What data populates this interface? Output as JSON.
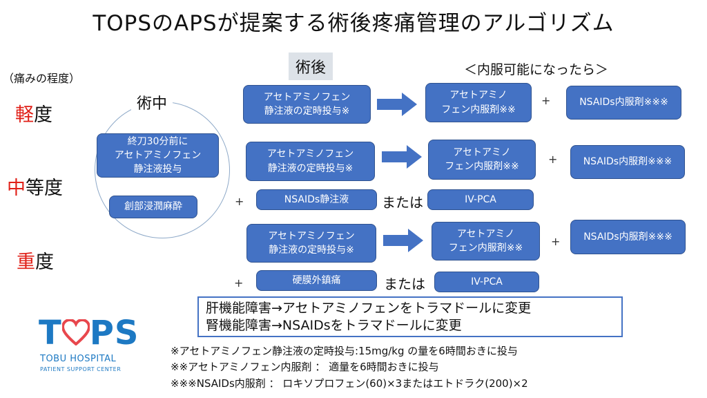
{
  "title": "TOPSのAPSが提案する術後疼痛管理のアルゴリズム",
  "pain_scale_label": "（痛みの程度）",
  "phases": {
    "intraop": "術中",
    "postop": "術後",
    "oral": "＜内服可能になったら＞"
  },
  "severity": {
    "mild": {
      "accent": "軽",
      "rest": "度"
    },
    "moderate": {
      "accent": "中",
      "rest": "等度"
    },
    "severe": {
      "accent": "重",
      "rest": "度"
    }
  },
  "intraop_boxes": [
    "終刀30分前に\nアセトアミノフェン\n静注液投与",
    "創部浸潤麻酔"
  ],
  "rows": {
    "mild": {
      "postop": "アセトアミノフェン\n静注液の定時投与※",
      "oral": "アセトアミノ\nフェン内服剤※※",
      "nsaid": "NSAIDs内服剤※※※"
    },
    "moderate": {
      "postop": "アセトアミノフェン\n静注液の定時投与※",
      "oral": "アセトアミノ\nフェン内服剤※※",
      "nsaid": "NSAIDs内服剤※※※",
      "addon_a": "NSAIDs静注液",
      "addon_b": "IV-PCA"
    },
    "severe": {
      "postop": "アセトアミノフェン\n静注液の定時投与※",
      "oral": "アセトアミノ\nフェン内服剤※※",
      "nsaid": "NSAIDs内服剤※※※",
      "addon_a": "硬膜外鎮痛",
      "addon_b": "IV-PCA"
    }
  },
  "connectors": {
    "plus": "+",
    "or": "または"
  },
  "warnings": [
    "肝機能障害→アセトアミノフェンをトラマドールに変更",
    "腎機能障害→NSAIDsをトラマドールに変更"
  ],
  "notes": [
    "※アセトアミノフェン静注液の定時投与:15mg/kg の量を6時間おきに投与",
    "※※アセトアミノフェン内服剤 ： 適量を6時間おきに投与",
    "※※※NSAIDs内服剤 ： ロキソプロフェン(60)×3またはエトドラク(200)×2"
  ],
  "logo": {
    "t": "T",
    "ps": "PS",
    "name": "TOBU HOSPITAL",
    "sub": "PATIENT SUPPORT CENTER"
  },
  "colors": {
    "box_fill": "#4472c4",
    "box_border": "#2f528f",
    "arrow": "#4472c4",
    "accent_red": "#e02018",
    "logo_blue": "#1d79c3",
    "logo_red": "#e8474d"
  }
}
